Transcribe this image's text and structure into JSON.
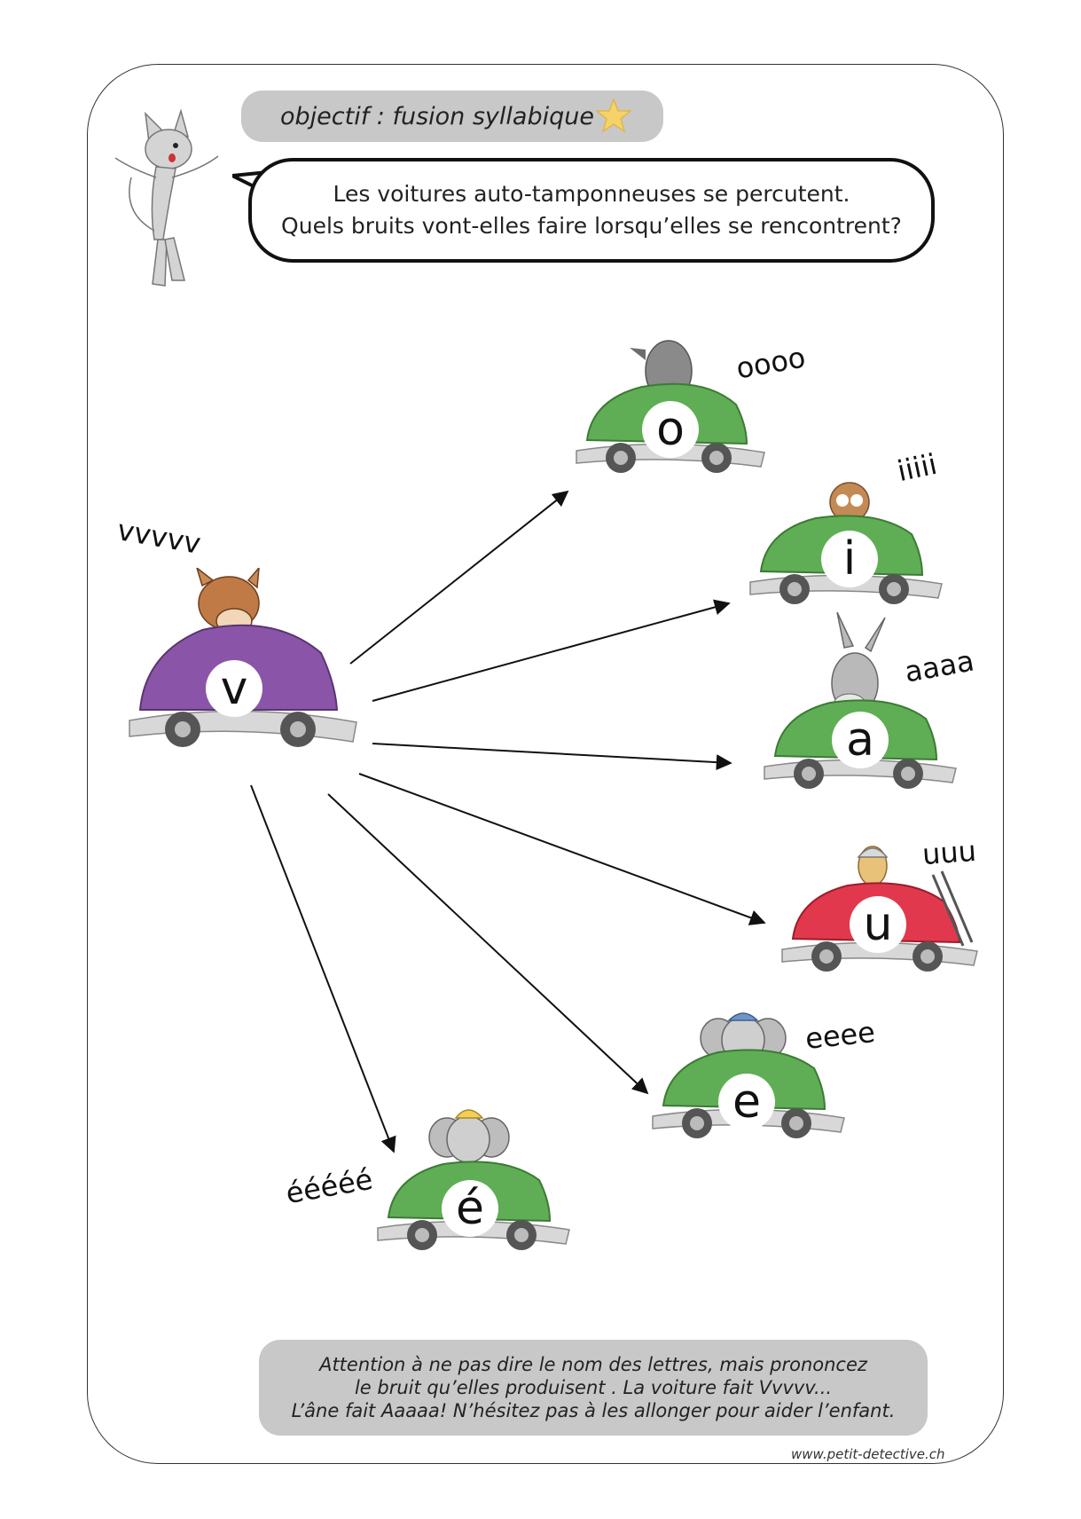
{
  "header": {
    "objective": "objectif : fusion syllabique",
    "question_line1": "Les voitures auto-tamponneuses se percutent.",
    "question_line2": "Quels bruits vont-elles faire lorsqu’elles se rencontrent?"
  },
  "source_car": {
    "letter": "v",
    "sound": "vvvvv",
    "color": "#8a55a8",
    "animal": "cow-icon"
  },
  "target_cars": [
    {
      "letter": "o",
      "sound": "oooo",
      "color": "#5fae55",
      "animal": "mole-icon"
    },
    {
      "letter": "i",
      "sound": "iiiii",
      "color": "#5fae55",
      "animal": "owl-icon"
    },
    {
      "letter": "a",
      "sound": "aaaa",
      "color": "#5fae55",
      "animal": "donkey-icon"
    },
    {
      "letter": "u",
      "sound": "uuu",
      "color": "#e2384d",
      "animal": "firefighter-icon"
    },
    {
      "letter": "e",
      "sound": "eeee",
      "color": "#5fae55",
      "animal": "elephant-icon"
    },
    {
      "letter": "é",
      "sound": "ééééé",
      "color": "#5fae55",
      "animal": "elephant-worker-icon"
    }
  ],
  "note": {
    "line1": "Attention à ne pas dire le nom des lettres, mais prononcez",
    "line2": "le bruit qu’elles produisent . La voiture fait Vvvvv...",
    "line3": "L’âne fait Aaaaa! N’hésitez pas à les allonger pour aider l’enfant."
  },
  "footer": {
    "website": "www.petit-detective.ch"
  }
}
